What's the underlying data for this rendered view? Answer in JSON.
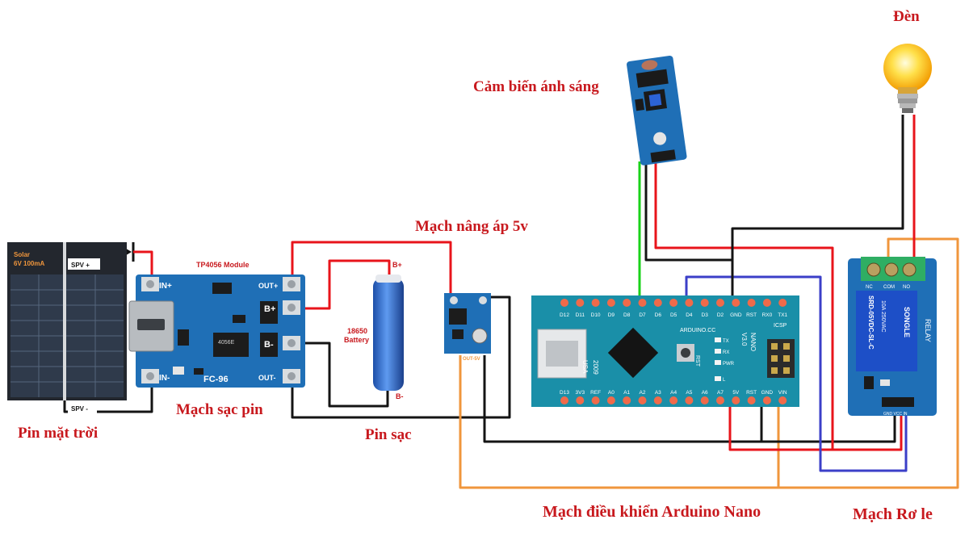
{
  "captions": {
    "solar": "Pin mặt trời",
    "charger": "Mạch sạc pin",
    "battery": "Pin sạc",
    "boost": "Mạch nâng áp 5v",
    "light_sensor": "Cảm biến ánh sáng",
    "arduino": "Mạch điều khiển Arduino Nano",
    "relay": "Mạch Rơ le",
    "lamp": "Đèn"
  },
  "solar_panel": {
    "label_line1": "Solar",
    "label_line2": "6V 100mA",
    "spv_plus": "SPV +",
    "spv_minus": "SPV -"
  },
  "tp4056": {
    "title": "TP4056 Module",
    "in_plus": "IN+",
    "in_minus": "IN-",
    "out_plus": "OUT+",
    "out_minus": "OUT-",
    "b_plus": "B+",
    "b_minus": "B-",
    "model": "FC-96",
    "chip": "4056E"
  },
  "battery": {
    "name_line1": "18650",
    "name_line2": "Battery",
    "plus": "B+",
    "minus": "B-"
  },
  "boost": {
    "out_label": "OUT-5V"
  },
  "arduino": {
    "top_pins": [
      "D12",
      "D11",
      "D10",
      "D9",
      "D8",
      "D7",
      "D6",
      "D5",
      "D4",
      "D3",
      "D2",
      "GND",
      "RST",
      "RX0",
      "TX1"
    ],
    "bottom_pins": [
      "D13",
      "3V3",
      "REF",
      "A0",
      "A1",
      "A2",
      "A3",
      "A4",
      "A5",
      "A6",
      "A7",
      "5V",
      "RST",
      "GND",
      "VIN"
    ],
    "brand": "ARDUINO.CC",
    "model_line1": "NANO",
    "model_line2": "V3.0",
    "usa": "USA",
    "year": "2009",
    "icsp": "ICSP",
    "rst": "RST",
    "led_tx": "TX",
    "led_rx": "RX",
    "led_pwr": "PWR",
    "led_l": "L"
  },
  "relay": {
    "title": "RELAY",
    "model": "SRD-05VDC-SL-C",
    "brand": "SONGLE",
    "ratings": "10A 250VAC",
    "term_nc": "NC",
    "term_com": "COM",
    "term_no": "NO",
    "pins": "GND VCC IN"
  },
  "colors": {
    "wire_red": "#e8141b",
    "wire_black": "#141414",
    "wire_green": "#19d219",
    "wire_blue": "#3b3fc8",
    "wire_orange": "#f0963c",
    "pcb_blue": "#1f6fb6",
    "caption_red": "#c8191e"
  }
}
